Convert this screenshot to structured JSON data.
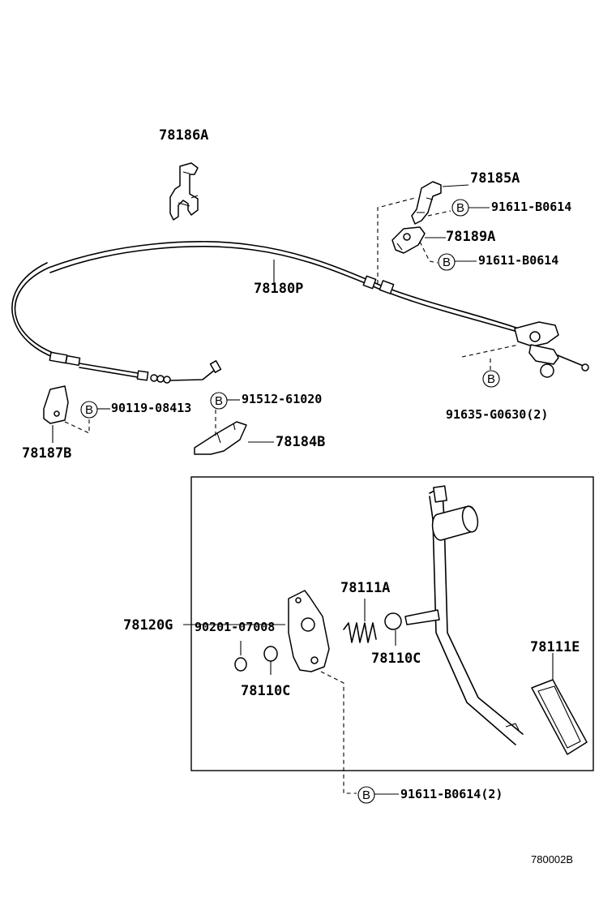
{
  "parts": {
    "p78186A": "78186A",
    "p78185A": "78185A",
    "p78189A": "78189A",
    "p78180P": "78180P",
    "p78187B": "78187B",
    "p78184B": "78184B",
    "p78120G": "78120G",
    "p78111A": "78111A",
    "p78110C_right": "78110C",
    "p78110C_left": "78110C",
    "p78111E": "78111E"
  },
  "callouts": {
    "bolt_letter": "B",
    "c91611_top": "91611-B0614",
    "c91611_mid": "91611-B0614",
    "c91635": "91635-G0630(2)",
    "c90119": "90119-08413",
    "c91512": "91512-61020",
    "c90201": "90201-07008",
    "c91611_bottom": "91611-B0614(2)"
  },
  "figure_id": "780002B"
}
